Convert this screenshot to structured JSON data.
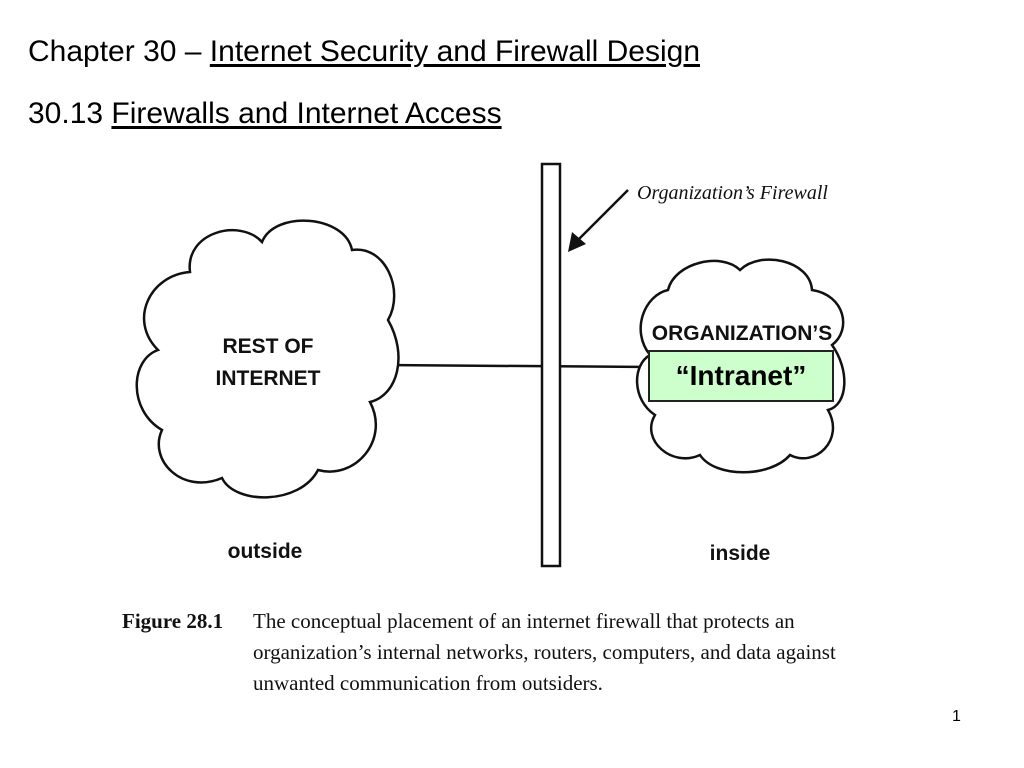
{
  "slide": {
    "chapter_prefix": "Chapter 30 – ",
    "chapter_title": "Internet Security and Firewall Design",
    "section_prefix": "30.13 ",
    "section_title": "Firewalls and Internet Access",
    "page_number": "1"
  },
  "diagram": {
    "firewall_label": "Organization’s Firewall",
    "left_cloud_line1": "REST OF",
    "left_cloud_line2": "INTERNET",
    "right_cloud_line1": "ORGANIZATION’S",
    "intranet_label": "“Intranet”",
    "intranet_color": "#ccffcc",
    "outside_label": "outside",
    "inside_label": "inside"
  },
  "caption": {
    "figure_number": "Figure 28.1",
    "text": "The conceptual placement of an internet firewall that protects an organization’s internal networks, routers, computers, and data against unwanted communication from outsiders."
  }
}
